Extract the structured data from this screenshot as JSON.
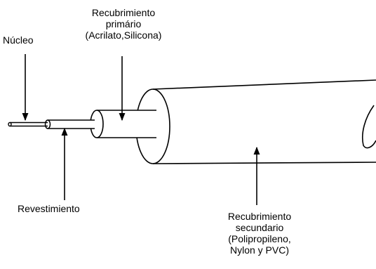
{
  "diagram": {
    "labels": {
      "nucleo": "Núcleo",
      "recubrimiento_primario": "Recubrimiento\nprimário\n(Acrilato,Silicona)",
      "revestimiento": "Revestimiento",
      "recubrimiento_secundario": "Recubrimiento\nsecundario\n(Polipropileno,\nNylon y PVC)"
    },
    "colors": {
      "stroke": "#000000",
      "background": "#ffffff"
    }
  }
}
